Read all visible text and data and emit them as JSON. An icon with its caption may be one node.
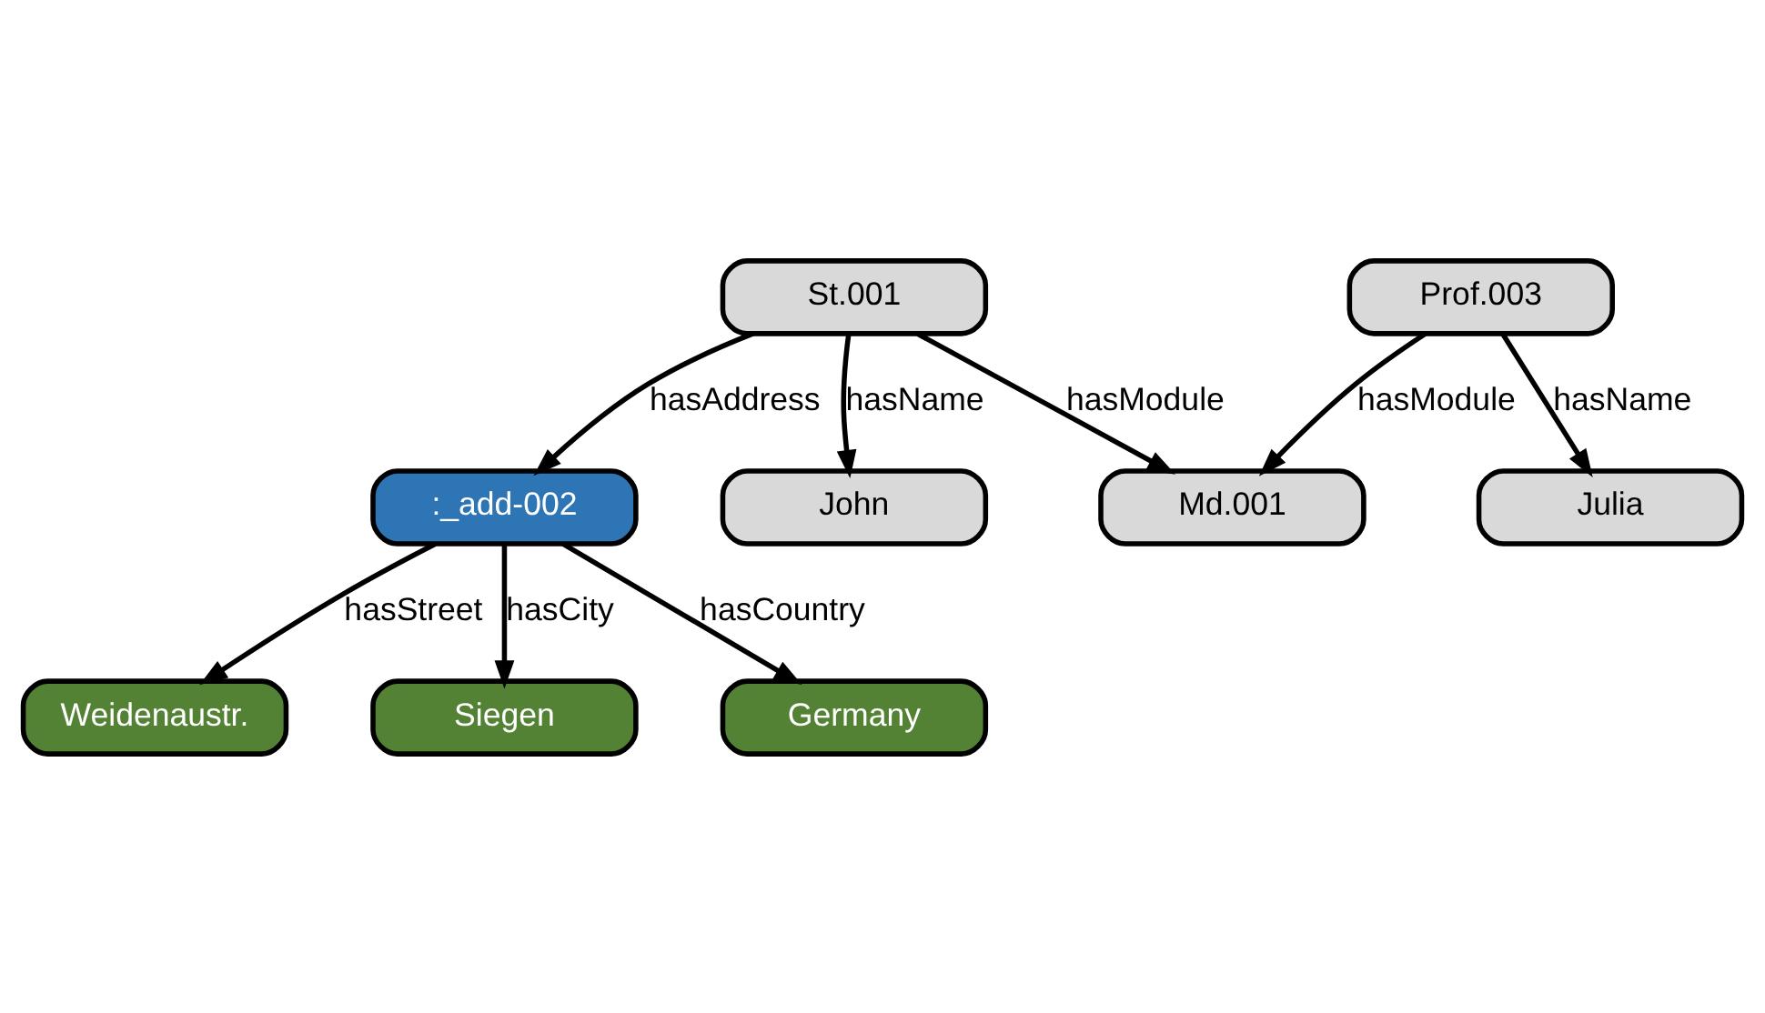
{
  "diagram": {
    "nodes": [
      {
        "text": [
          ":_add-002"
        ]
      },
      {
        "text": [
          "Weidenaustr."
        ]
      },
      {
        "text": [
          "Siegen"
        ]
      },
      {
        "text": [
          "Germany"
        ]
      },
      {
        "text": [
          "St.001"
        ]
      },
      {
        "text": [
          "Prof.003"
        ]
      },
      {
        "text": [
          "John"
        ]
      },
      {
        "text": [
          "Md.001"
        ]
      },
      {
        "text": [
          "Julia"
        ]
      }
    ],
    "edges": [
      {
        "from": 4,
        "to": 0,
        "arrow": "to",
        "label": "hasAddress"
      },
      {
        "from": 0,
        "to": 1,
        "arrow": "to",
        "label": "hasStreet"
      },
      {
        "from": 0,
        "to": 2,
        "arrow": "to",
        "label": "hasCity"
      },
      {
        "from": 0,
        "to": 3,
        "arrow": "to",
        "label": "hasCountry"
      },
      {
        "from": 4,
        "to": 6,
        "arrow": "to",
        "label": "hasName"
      },
      {
        "from": 4,
        "to": 7,
        "arrow": "to",
        "label": "hasModule"
      },
      {
        "from": 5,
        "to": 7,
        "arrow": "to",
        "label": "hasModule"
      },
      {
        "from": 5,
        "to": 8,
        "arrow": "to",
        "label": "hasName"
      }
    ]
  }
}
